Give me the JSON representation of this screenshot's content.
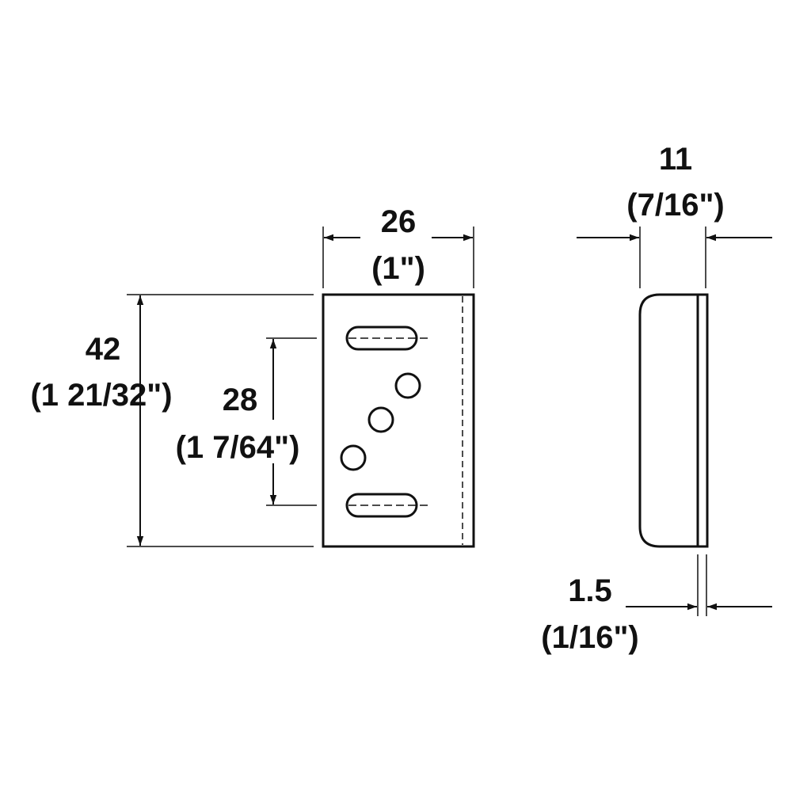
{
  "front_view": {
    "width": {
      "mm": "26",
      "inch": "(1\")"
    },
    "height": {
      "mm": "42",
      "inch": "(1 21/32\")"
    },
    "slot_spacing": {
      "mm": "28",
      "inch": "(1 7/64\")"
    }
  },
  "side_view": {
    "depth": {
      "mm": "11",
      "inch": "(7/16\")"
    },
    "lip": {
      "mm": "1.5",
      "inch": "(1/16\")"
    }
  },
  "colors": {
    "line": "#111111",
    "background": "#ffffff"
  }
}
